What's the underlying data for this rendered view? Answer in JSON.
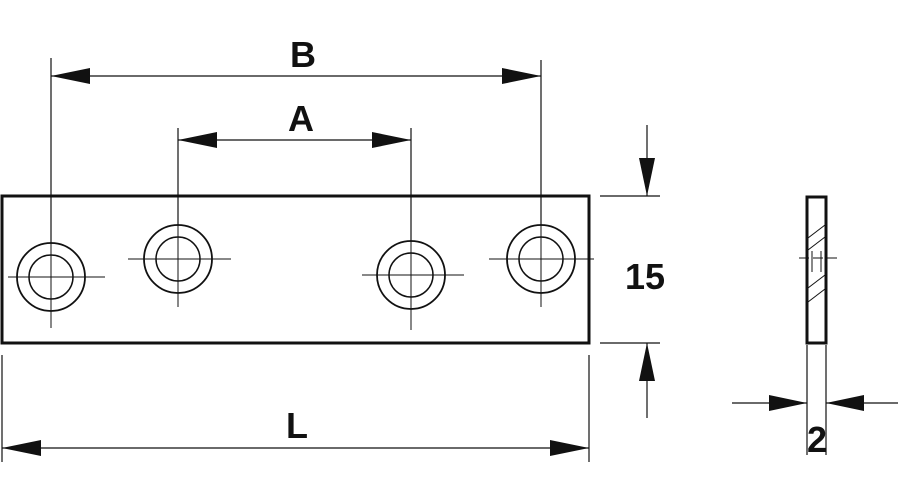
{
  "dimensions": {
    "b_label": "B",
    "a_label": "A",
    "l_label": "L",
    "height_label": "15",
    "thickness_label": "2"
  },
  "holes": {
    "count": 4,
    "type": "countersunk"
  }
}
